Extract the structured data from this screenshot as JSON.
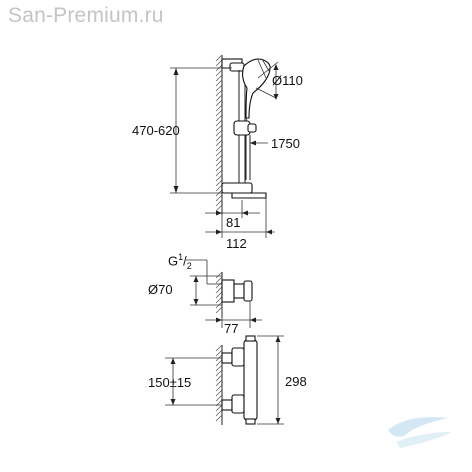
{
  "watermark": {
    "text": "San-Premium.ru"
  },
  "dimensions": {
    "rail_adjust": "470-620",
    "handshower_dia": "Ø110",
    "hose_length": "1750",
    "wall_to_rail": "81",
    "wall_to_shelf": "112",
    "thread_g": "G",
    "thread_num": "1",
    "thread_den": "2",
    "escutcheon_dia": "Ø70",
    "outlet_depth": "77",
    "connection_spacing": "150±15",
    "thermostat_height": "298"
  },
  "colors": {
    "line": "#222222",
    "watermark": "#c4c4c4",
    "logo": "#cfe6f3"
  },
  "icons": {
    "logo": "bathtub-wave-logo-icon"
  }
}
